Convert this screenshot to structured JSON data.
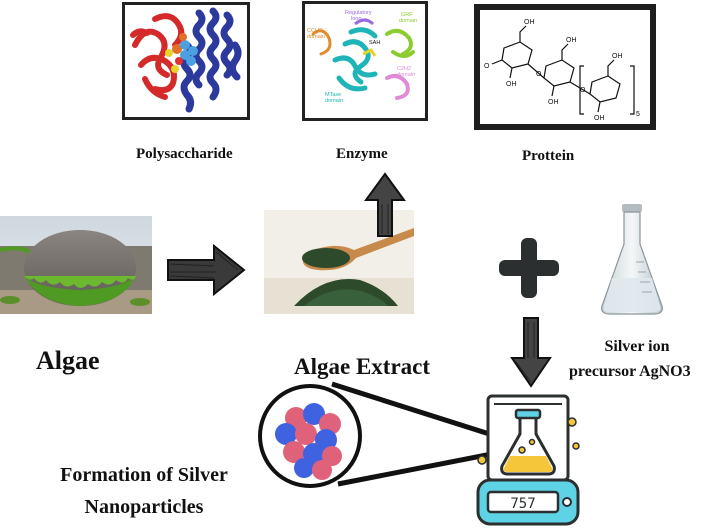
{
  "labels": {
    "polysaccharide": "Polysaccharide",
    "enzyme": "Enzyme",
    "protein": "Prottein",
    "algae": "Algae",
    "algae_extract": "Algae Extract",
    "silver_ion_line1": "Silver ion",
    "silver_ion_line2": "precursor AgNO3",
    "formation_line1": "Formation of Silver",
    "formation_line2": "Nanoparticles"
  },
  "enzyme_image_labels": {
    "cchc": "CCHC",
    "cchc_domain": "domain",
    "regulatory": "Regulatory",
    "loop": "loop",
    "sah": "SAH",
    "grf": "GRF",
    "grf_domain": "domain",
    "mtase": "MTase",
    "mtase_domain": "domain",
    "c2h2": "C2H2",
    "c2h2_domain": "domain"
  },
  "scale_display": "757",
  "colors": {
    "protein_red": "#d42a2a",
    "protein_blue": "#2c3a9e",
    "sphere_blue": "#3f63e0",
    "sphere_red": "#e0627a",
    "moss_green": "#4f9a22",
    "spirulina": "#2d4a2a",
    "flask_cyan": "#5fd3e6",
    "flask_yellow": "#f5c63a"
  }
}
